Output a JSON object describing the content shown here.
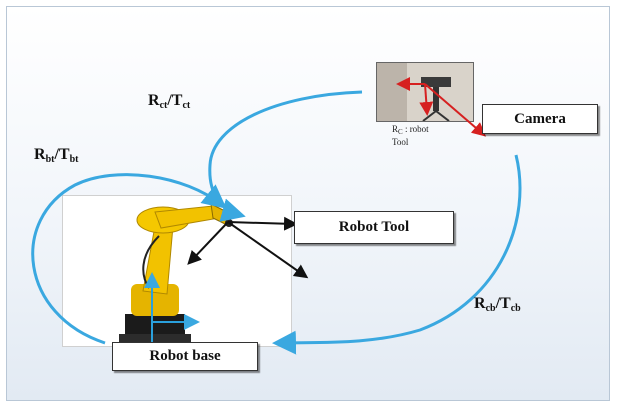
{
  "labels": {
    "camera": "Camera",
    "robot_tool": "Robot Tool",
    "robot_base": "Robot base"
  },
  "transforms": {
    "ct": {
      "R": "R",
      "R_sub": "ct",
      "T": "T",
      "T_sub": "ct"
    },
    "bt": {
      "R": "R",
      "R_sub": "bt",
      "T": "T",
      "T_sub": "bt"
    },
    "cb": {
      "R": "R",
      "R_sub": "cb",
      "T": "T",
      "T_sub": "cb"
    }
  },
  "camera_note": {
    "R": "R",
    "R_sub": "C",
    "line1": " : robot",
    "line2": "Tool"
  },
  "colors": {
    "arc": "#3aa8e0",
    "camera_axis": "#d62020",
    "tool_axis": "#111111",
    "base_axis": "#2aa0dc",
    "robot_body": "#f2c200"
  }
}
